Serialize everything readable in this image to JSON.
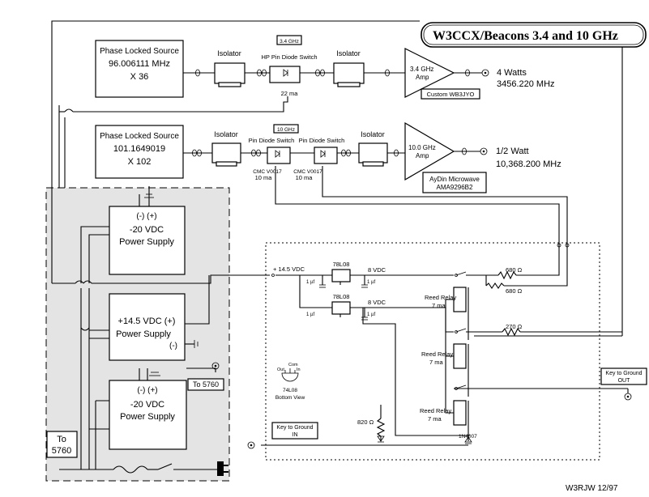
{
  "title": "W3CCX/Beacons   3.4 and 10 GHz",
  "footer": "W3RJW 12/97",
  "sources": [
    {
      "title": "Phase Locked Source",
      "freq": "96.006111 MHz",
      "mult": "X 36"
    },
    {
      "title": "Phase Locked Source",
      "freq": "101.1649019",
      "mult": "X 102"
    }
  ],
  "isolator_label": "Isolator",
  "band_tags": [
    "3.4 GHz",
    "10 GHz"
  ],
  "hp_switch_label": "HP Pin Diode Switch",
  "hp_switch_current": "22 ma",
  "pin_switch_label": "Pin Diode Switch",
  "cmc_labels": [
    {
      "part": "CMC V0017",
      "current": "10  ma"
    },
    {
      "part": "CMC V0017",
      "current": "10  ma"
    }
  ],
  "amps": [
    {
      "line1": "3.4 GHz",
      "line2": "Amp",
      "note": "Custom WB3JYO",
      "power": "4 Watts",
      "freq": "3456.220 MHz"
    },
    {
      "line1": "10.0 GHz",
      "line2": "Amp",
      "note1": "AyDin Microwave",
      "note2": "AMA9296B2",
      "power": "1/2 Watt",
      "freq": "10,368.200 MHz"
    }
  ],
  "supplies": [
    {
      "polarity": "(-)  (+)",
      "voltage": "-20 VDC",
      "label": "Power Supply"
    },
    {
      "voltage": "+14.5 VDC  (+)",
      "label": "Power Supply",
      "minus": "(-)"
    },
    {
      "polarity": "(-)  (+)",
      "voltage": "-20 VDC",
      "label": "Power Supply"
    }
  ],
  "to5760": [
    "To 5760",
    "To",
    "5760"
  ],
  "control": {
    "vin": "+ 14.5 VDC",
    "regulator": "78L08",
    "vout": "8 VDC",
    "cap": "1 µf",
    "resistors": [
      "680 Ω",
      "680 Ω",
      "270 Ω",
      "820 Ω"
    ],
    "relay_name": "Reed Relay",
    "relay_current": "7 ma",
    "diode": "1N4007",
    "pinout_com": "Com",
    "pinout_out": "Out",
    "pinout_in": "In",
    "pinout_part": "74L08",
    "pinout_view": "Bottom View",
    "key_in": [
      "Key to Ground",
      "IN"
    ],
    "key_out": [
      "Key to Ground",
      "OUT"
    ]
  }
}
